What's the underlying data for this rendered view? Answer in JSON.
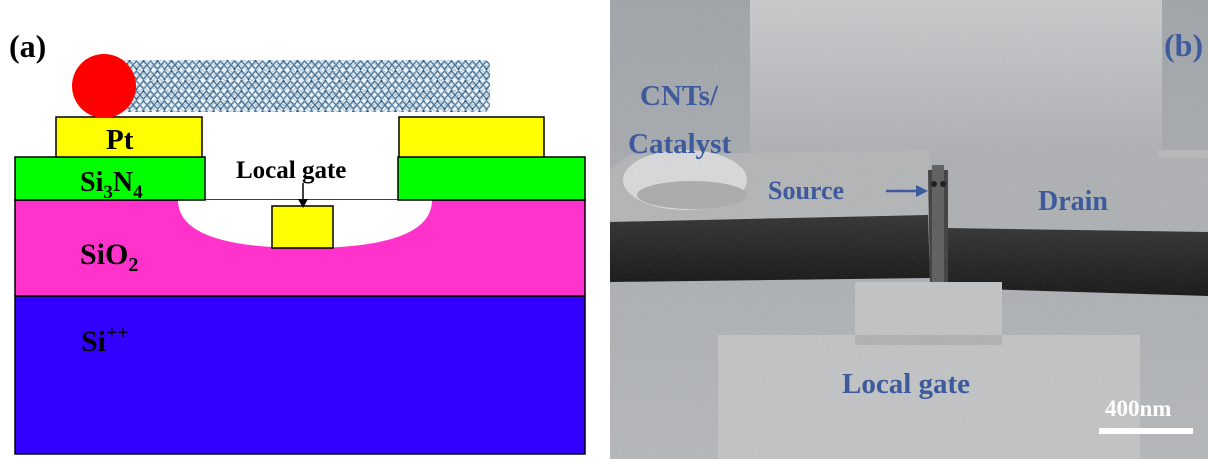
{
  "panel_a": {
    "label": "(a)",
    "layers": {
      "pt": "Pt",
      "si3n4": {
        "base1": "Si",
        "sub1": "3",
        "base2": "N",
        "sub2": "4"
      },
      "sio2": {
        "base": "SiO",
        "sub": "2"
      },
      "si": {
        "base": "Si",
        "sup": "++"
      }
    },
    "local_gate_label": "Local gate",
    "colors": {
      "pt": "#FFFF00",
      "si3n4": "#00FF00",
      "sio2": "#FF33CC",
      "si": "#3300FF",
      "catalyst_ball": "#FF0000",
      "nanotube": "#5a7f9f"
    }
  },
  "panel_b": {
    "label": "(b)",
    "annotations": {
      "cnts_catalyst_line1": "CNTs/",
      "cnts_catalyst_line2": "Catalyst",
      "source": "Source",
      "drain": "Drain",
      "local_gate": "Local gate"
    },
    "scale_bar_label": "400nm",
    "colors": {
      "annotation": "#3D5A9C",
      "scale_bar": "#ffffff"
    }
  }
}
